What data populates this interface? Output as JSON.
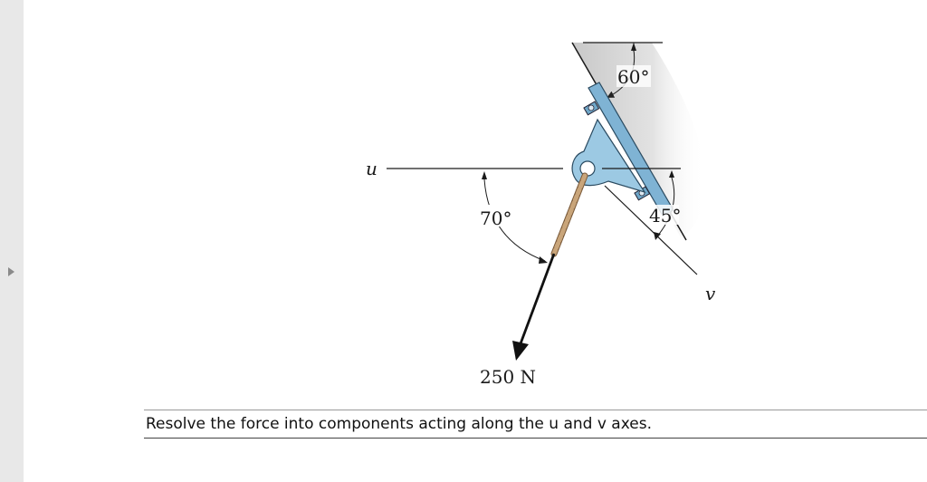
{
  "diagram": {
    "labels": {
      "u_axis": "u",
      "v_axis": "v",
      "angle_60": "60°",
      "angle_70": "70°",
      "angle_45": "45°",
      "force": "250 N"
    }
  },
  "problem": {
    "statement": "Resolve the force into components acting along the u and v axes."
  },
  "colors": {
    "bracket_fill": "#9cc9e3",
    "wall_shade": "#d8d8d8",
    "rope": "#c9a57a",
    "gutter": "#e8e8e8"
  },
  "icons": {
    "expand": "triangle-right-icon"
  }
}
